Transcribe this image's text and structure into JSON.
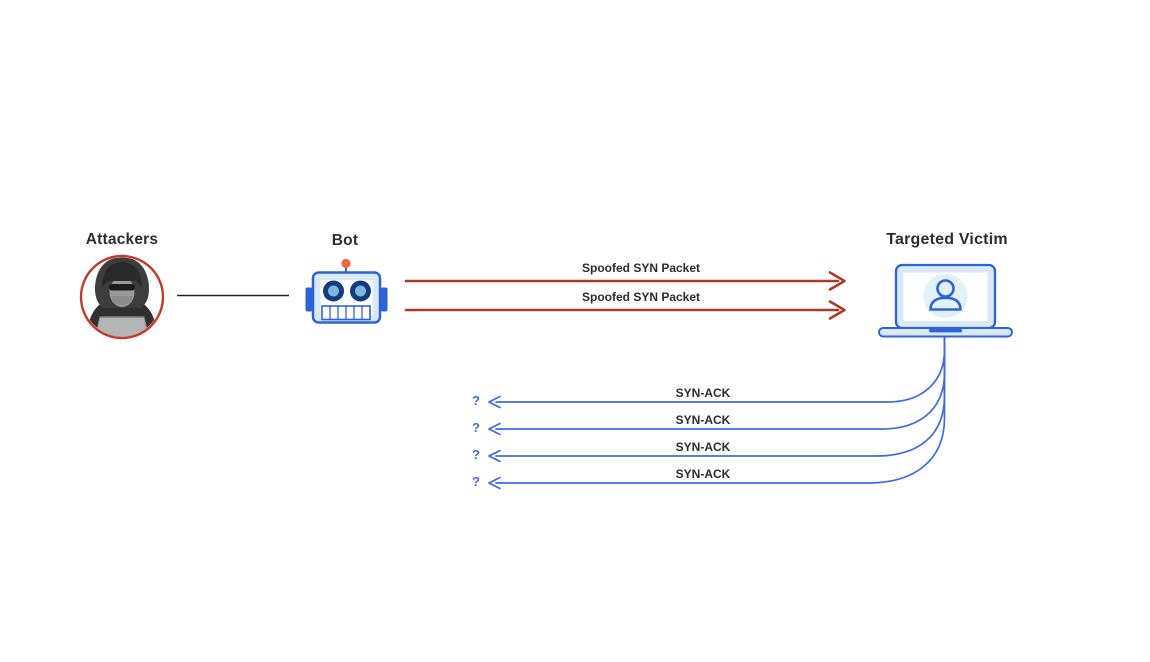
{
  "nodes": {
    "attackers": {
      "label": "Attackers"
    },
    "bot": {
      "label": "Bot"
    },
    "victim": {
      "label": "Targeted Victim"
    }
  },
  "attack_arrows": [
    {
      "label": "Spoofed SYN Packet"
    },
    {
      "label": "Spoofed SYN Packet"
    }
  ],
  "response_arrows": [
    {
      "label": "SYN-ACK",
      "marker": "?"
    },
    {
      "label": "SYN-ACK",
      "marker": "?"
    },
    {
      "label": "SYN-ACK",
      "marker": "?"
    },
    {
      "label": "SYN-ACK",
      "marker": "?"
    }
  ],
  "icons": {
    "attackers": "hooded-hacker-avatar-icon",
    "bot": "robot-head-icon",
    "victim": "laptop-user-icon"
  },
  "colors": {
    "attack_red": "#ad3a28",
    "response_blue": "#3e6be1",
    "icon_blue": "#2e62d9",
    "icon_light_blue": "#d9e9f8",
    "eye_ring_navy": "#123c7f",
    "eye_fill": "#7bb7d9",
    "antenna_orange": "#f0663f",
    "avatar_ring_red": "#c23b2a",
    "label_dark": "#2b2d33",
    "link_line": "#222222"
  }
}
